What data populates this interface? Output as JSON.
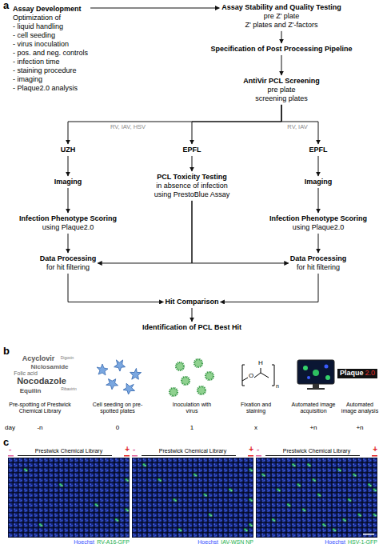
{
  "diagram": {
    "nodes": [
      {
        "text": [
          "Assay Development",
          "Optimization of",
          "- liquid handling",
          "- cell seeding",
          "- virus inoculation",
          "- pos. and neg. controls",
          "- infection time",
          "- staining procedure",
          "- imaging",
          "- Plaque2.0 analysis"
        ]
      },
      {
        "text": [
          "Assay Stability and Quality Testing",
          "pre Z' plate",
          "Z' plates and Z'-factors"
        ]
      },
      {
        "text": [
          "Specification of Post Processing Pipeline"
        ]
      },
      {
        "text": [
          "AntiVir PCL Screening",
          "pre plate",
          "screening plates"
        ]
      },
      {
        "text": [
          "UZH"
        ]
      },
      {
        "text": [
          "EPFL"
        ]
      },
      {
        "text": [
          "EPFL"
        ]
      },
      {
        "text": [
          "Imaging"
        ]
      },
      {
        "text": [
          "PCL Toxicity Testing",
          "in absence of infection using PrestoBlue Assay"
        ]
      },
      {
        "text": [
          "Imaging"
        ]
      },
      {
        "text": [
          "Infection Phenotype Scoring",
          "using Plaque2.0"
        ]
      },
      {
        "text": [
          "Infection Phenotype Scoring",
          "using Plaque2.0"
        ]
      },
      {
        "text": [
          "Data Processing",
          "for hit filtering"
        ]
      },
      {
        "text": [
          "Data Processing",
          "for hit filtering"
        ]
      },
      {
        "text": [
          "Hit Comparison"
        ]
      },
      {
        "text": [
          "Identification of PCL Best Hit"
        ]
      },
      {
        "text": [
          "Plaque",
          "2.0"
        ]
      }
    ],
    "edges": [
      {
        "from": 0,
        "to": 1,
        "arrow": "to"
      },
      {
        "from": 1,
        "to": 2,
        "arrow": "to"
      },
      {
        "from": 2,
        "to": 3,
        "arrow": "to"
      },
      {
        "from": 3,
        "to": 4,
        "label": "RV, IAV, HSV",
        "arrow": "to"
      },
      {
        "from": 3,
        "to": 5,
        "arrow": "to"
      },
      {
        "from": 3,
        "to": 6,
        "label": "RV, IAV",
        "arrow": "to"
      },
      {
        "from": 4,
        "to": 7,
        "arrow": "to"
      },
      {
        "from": 7,
        "to": 10,
        "arrow": "to"
      },
      {
        "from": 10,
        "to": 12,
        "arrow": "to"
      },
      {
        "from": 5,
        "to": 8,
        "arrow": "to"
      },
      {
        "from": 8,
        "to": 12,
        "arrow": "to"
      },
      {
        "from": 8,
        "to": 13,
        "arrow": "to"
      },
      {
        "from": 6,
        "to": 9,
        "arrow": "to"
      },
      {
        "from": 9,
        "to": 11,
        "arrow": "to"
      },
      {
        "from": 11,
        "to": 13,
        "arrow": "to"
      },
      {
        "from": 12,
        "to": 14,
        "arrow": "to"
      },
      {
        "from": 13,
        "to": 14,
        "arrow": "to"
      },
      {
        "from": 14,
        "to": 15,
        "arrow": "to"
      }
    ],
    "labels": [
      "a",
      "b",
      "Acyclovir",
      "Digoxin",
      "Niclosamide",
      "Folic acid",
      "Nocodazole",
      "Ribavirin",
      "Equilin",
      "O",
      "H",
      "n",
      "Pre-spotting of Prestwick Chemical Library",
      "Cell seeding on pre-spotted plates",
      "Inoculation with virus",
      "Fixation and staining",
      "Automated image acquisition",
      "Automated image analysis",
      "day",
      "-n",
      "0",
      "1",
      "x",
      "+n",
      "+n",
      "c",
      "-",
      "Prestwick Chemical Library",
      "+",
      "-",
      "Prestwick Chemical Library",
      "+",
      "-",
      "Prestwick Chemical Library",
      "+",
      "Hoechst",
      "RV-A16-GFP",
      "Hoechst",
      "IAV-WSN NP",
      "Hoechst",
      "HSV-1-GFP"
    ]
  }
}
